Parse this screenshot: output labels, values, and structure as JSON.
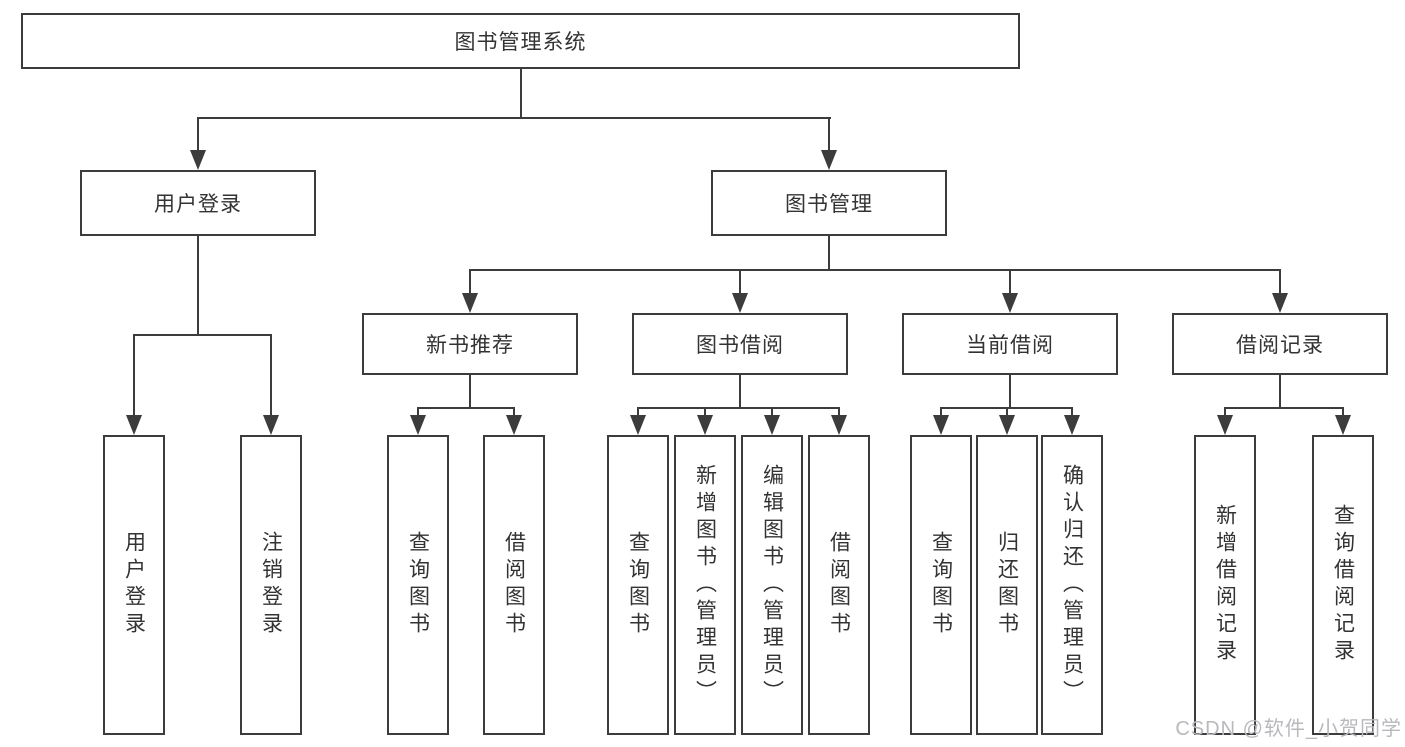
{
  "diagram": {
    "root": {
      "label": "图书管理系统"
    },
    "branches": [
      {
        "label": "用户登录",
        "children": [
          {
            "label": "用户登录"
          },
          {
            "label": "注销登录"
          }
        ]
      },
      {
        "label": "图书管理",
        "children": [
          {
            "label": "新书推荐",
            "children": [
              {
                "label": "查询图书"
              },
              {
                "label": "借阅图书"
              }
            ]
          },
          {
            "label": "图书借阅",
            "children": [
              {
                "label": "查询图书"
              },
              {
                "label": "新增图书（管理员）"
              },
              {
                "label": "编辑图书（管理员）"
              },
              {
                "label": "借阅图书"
              }
            ]
          },
          {
            "label": "当前借阅",
            "children": [
              {
                "label": "查询图书"
              },
              {
                "label": "归还图书"
              },
              {
                "label": "确认归还（管理员）"
              }
            ]
          },
          {
            "label": "借阅记录",
            "children": [
              {
                "label": "新增借阅记录"
              },
              {
                "label": "查询借阅记录"
              }
            ]
          }
        ]
      }
    ],
    "watermark": "CSDN @软件_小贺同学",
    "colors": {
      "line": "#3c3c3c",
      "text": "#333333",
      "background": "#ffffff",
      "watermark": "#b8b9bd"
    }
  }
}
